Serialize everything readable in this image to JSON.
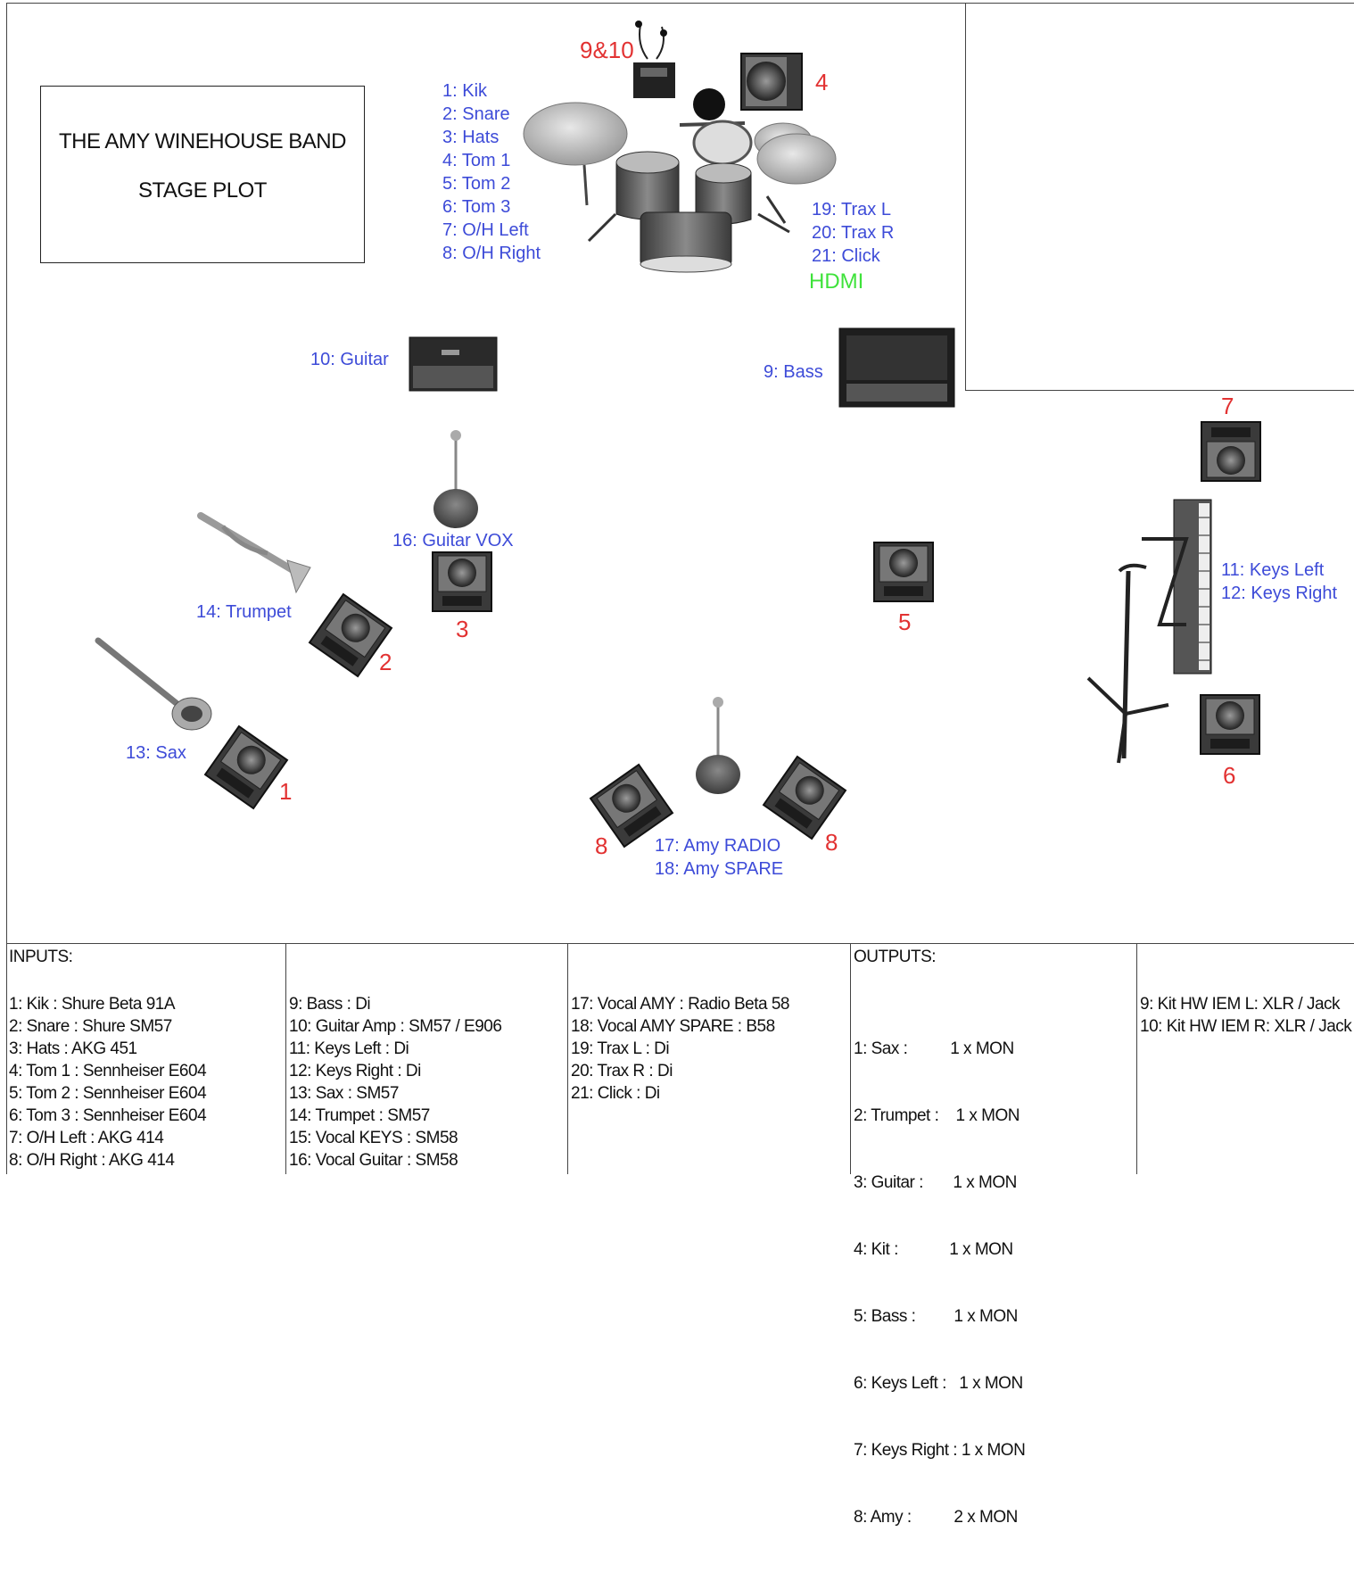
{
  "title": {
    "line1": "THE  AMY WINEHOUSE BAND",
    "line2": "STAGE PLOT"
  },
  "drum_inputs": [
    "1: Kik",
    "2: Snare",
    "3: Hats",
    "4: Tom 1",
    "5: Tom 2",
    "6: Tom 3",
    "7: O/H Left",
    "8: O/H Right"
  ],
  "trax_inputs": [
    "19: Trax L",
    "20: Trax R",
    "21: Click"
  ],
  "hdmi": "HDMI",
  "stage_labels": {
    "iem": "9&10",
    "guitar": "10: Guitar",
    "bass": "9: Bass",
    "guitar_vox": "16: Guitar VOX",
    "trumpet": "14: Trumpet",
    "sax": "13: Sax",
    "keys_left": "11: Keys Left",
    "keys_right": "12: Keys Right",
    "amy_radio": "17: Amy RADIO",
    "amy_spare": "18: Amy SPARE"
  },
  "monitor_numbers": {
    "m1": "1",
    "m2": "2",
    "m3": "3",
    "m4": "4",
    "m5": "5",
    "m6": "6",
    "m7": "7",
    "m8a": "8",
    "m8b": "8"
  },
  "table": {
    "inputs_title": "INPUTS:",
    "inputs_col1": [
      "1: Kik : Shure Beta 91A",
      "2: Snare : Shure SM57",
      "3: Hats : AKG 451",
      "4: Tom 1 : Sennheiser E604",
      "5: Tom 2 : Sennheiser E604",
      "6: Tom 3 : Sennheiser E604",
      "7: O/H Left : AKG 414",
      "8: O/H Right : AKG 414"
    ],
    "inputs_col2": [
      "9: Bass : Di",
      "10: Guitar Amp : SM57 / E906",
      "11: Keys Left : Di",
      "12: Keys Right : Di",
      "13: Sax : SM57",
      "14: Trumpet : SM57",
      "15: Vocal KEYS : SM58",
      "16: Vocal Guitar : SM58"
    ],
    "inputs_col3": [
      "17: Vocal AMY : Radio Beta 58",
      "18: Vocal AMY SPARE : B58",
      "19: Trax L : Di",
      "20: Trax R : Di",
      "21: Click :  Di"
    ],
    "outputs_title": "OUTPUTS:",
    "outputs_col1": [
      "1: Sax :          1 x MON",
      "2: Trumpet :    1 x MON",
      "3: Guitar :       1 x MON",
      "4: Kit :            1 x MON",
      "5: Bass :         1 x MON",
      "6: Keys Left :   1 x MON",
      "7: Keys Right : 1 x MON",
      "8: Amy :          2 x MON"
    ],
    "outputs_col2": [
      "9: Kit HW IEM L: XLR / Jack",
      "10: Kit HW IEM R: XLR / Jack"
    ]
  },
  "colors": {
    "label_blue": "#3d4bd8",
    "number_red": "#e23232",
    "hdmi_green": "#3ee23a"
  }
}
